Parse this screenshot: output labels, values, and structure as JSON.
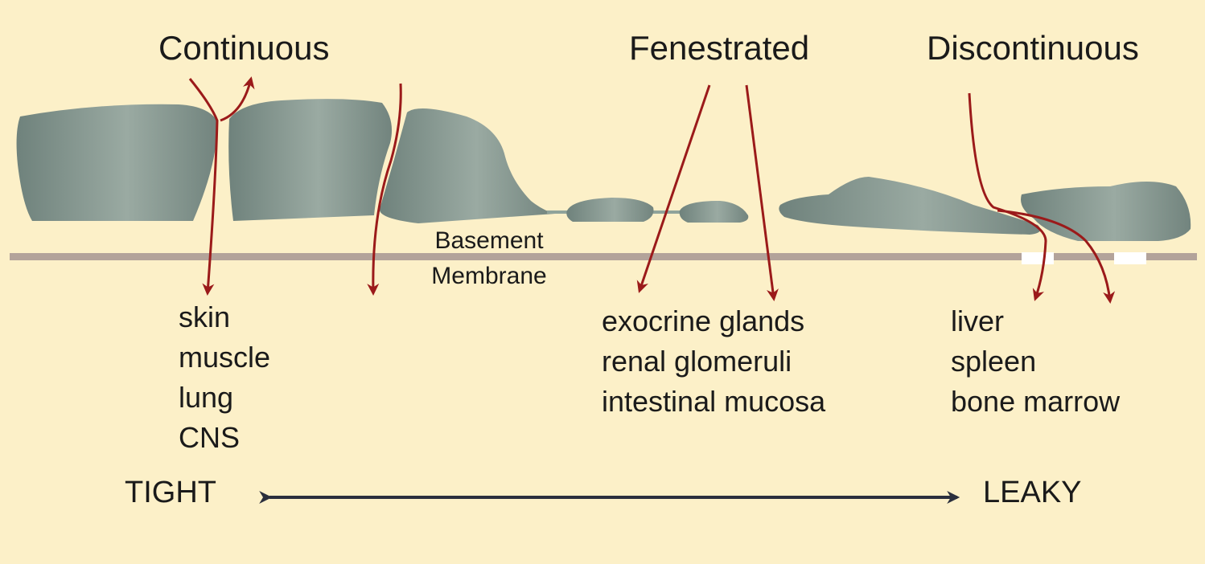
{
  "headings": {
    "continuous": "Continuous",
    "fenestrated": "Fenestrated",
    "discontinuous": "Discontinuous"
  },
  "basement_membrane": {
    "line1": "Basement",
    "line2": "Membrane"
  },
  "tissues": {
    "continuous": [
      "skin",
      "muscle",
      "lung",
      "CNS"
    ],
    "fenestrated": [
      "exocrine glands",
      "renal glomeruli",
      "intestinal mucosa"
    ],
    "discontinuous": [
      "liver",
      "spleen",
      "bone marrow"
    ]
  },
  "scale": {
    "left": "TIGHT",
    "right": "LEAKY"
  },
  "colors": {
    "background": "#fcf0c8",
    "cell": "#7f918a",
    "arrow": "#9b1a1a",
    "membrane": "#b3a39a",
    "scale_arrow": "#2a2f3d",
    "text": "#1a1a1a"
  }
}
